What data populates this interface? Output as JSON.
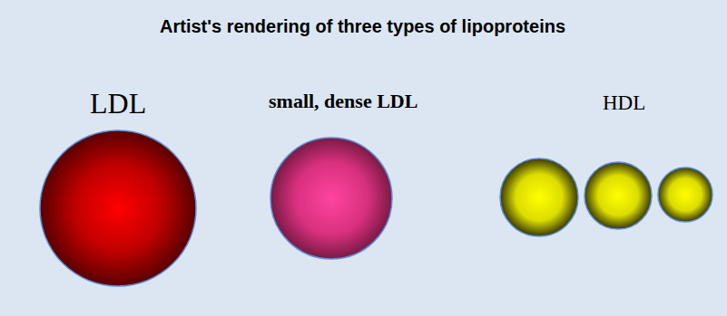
{
  "diagram": {
    "title": "Artist's rendering of three types of lipoproteins",
    "labels": [
      "LDL",
      "small, dense LDL",
      "HDL"
    ]
  }
}
